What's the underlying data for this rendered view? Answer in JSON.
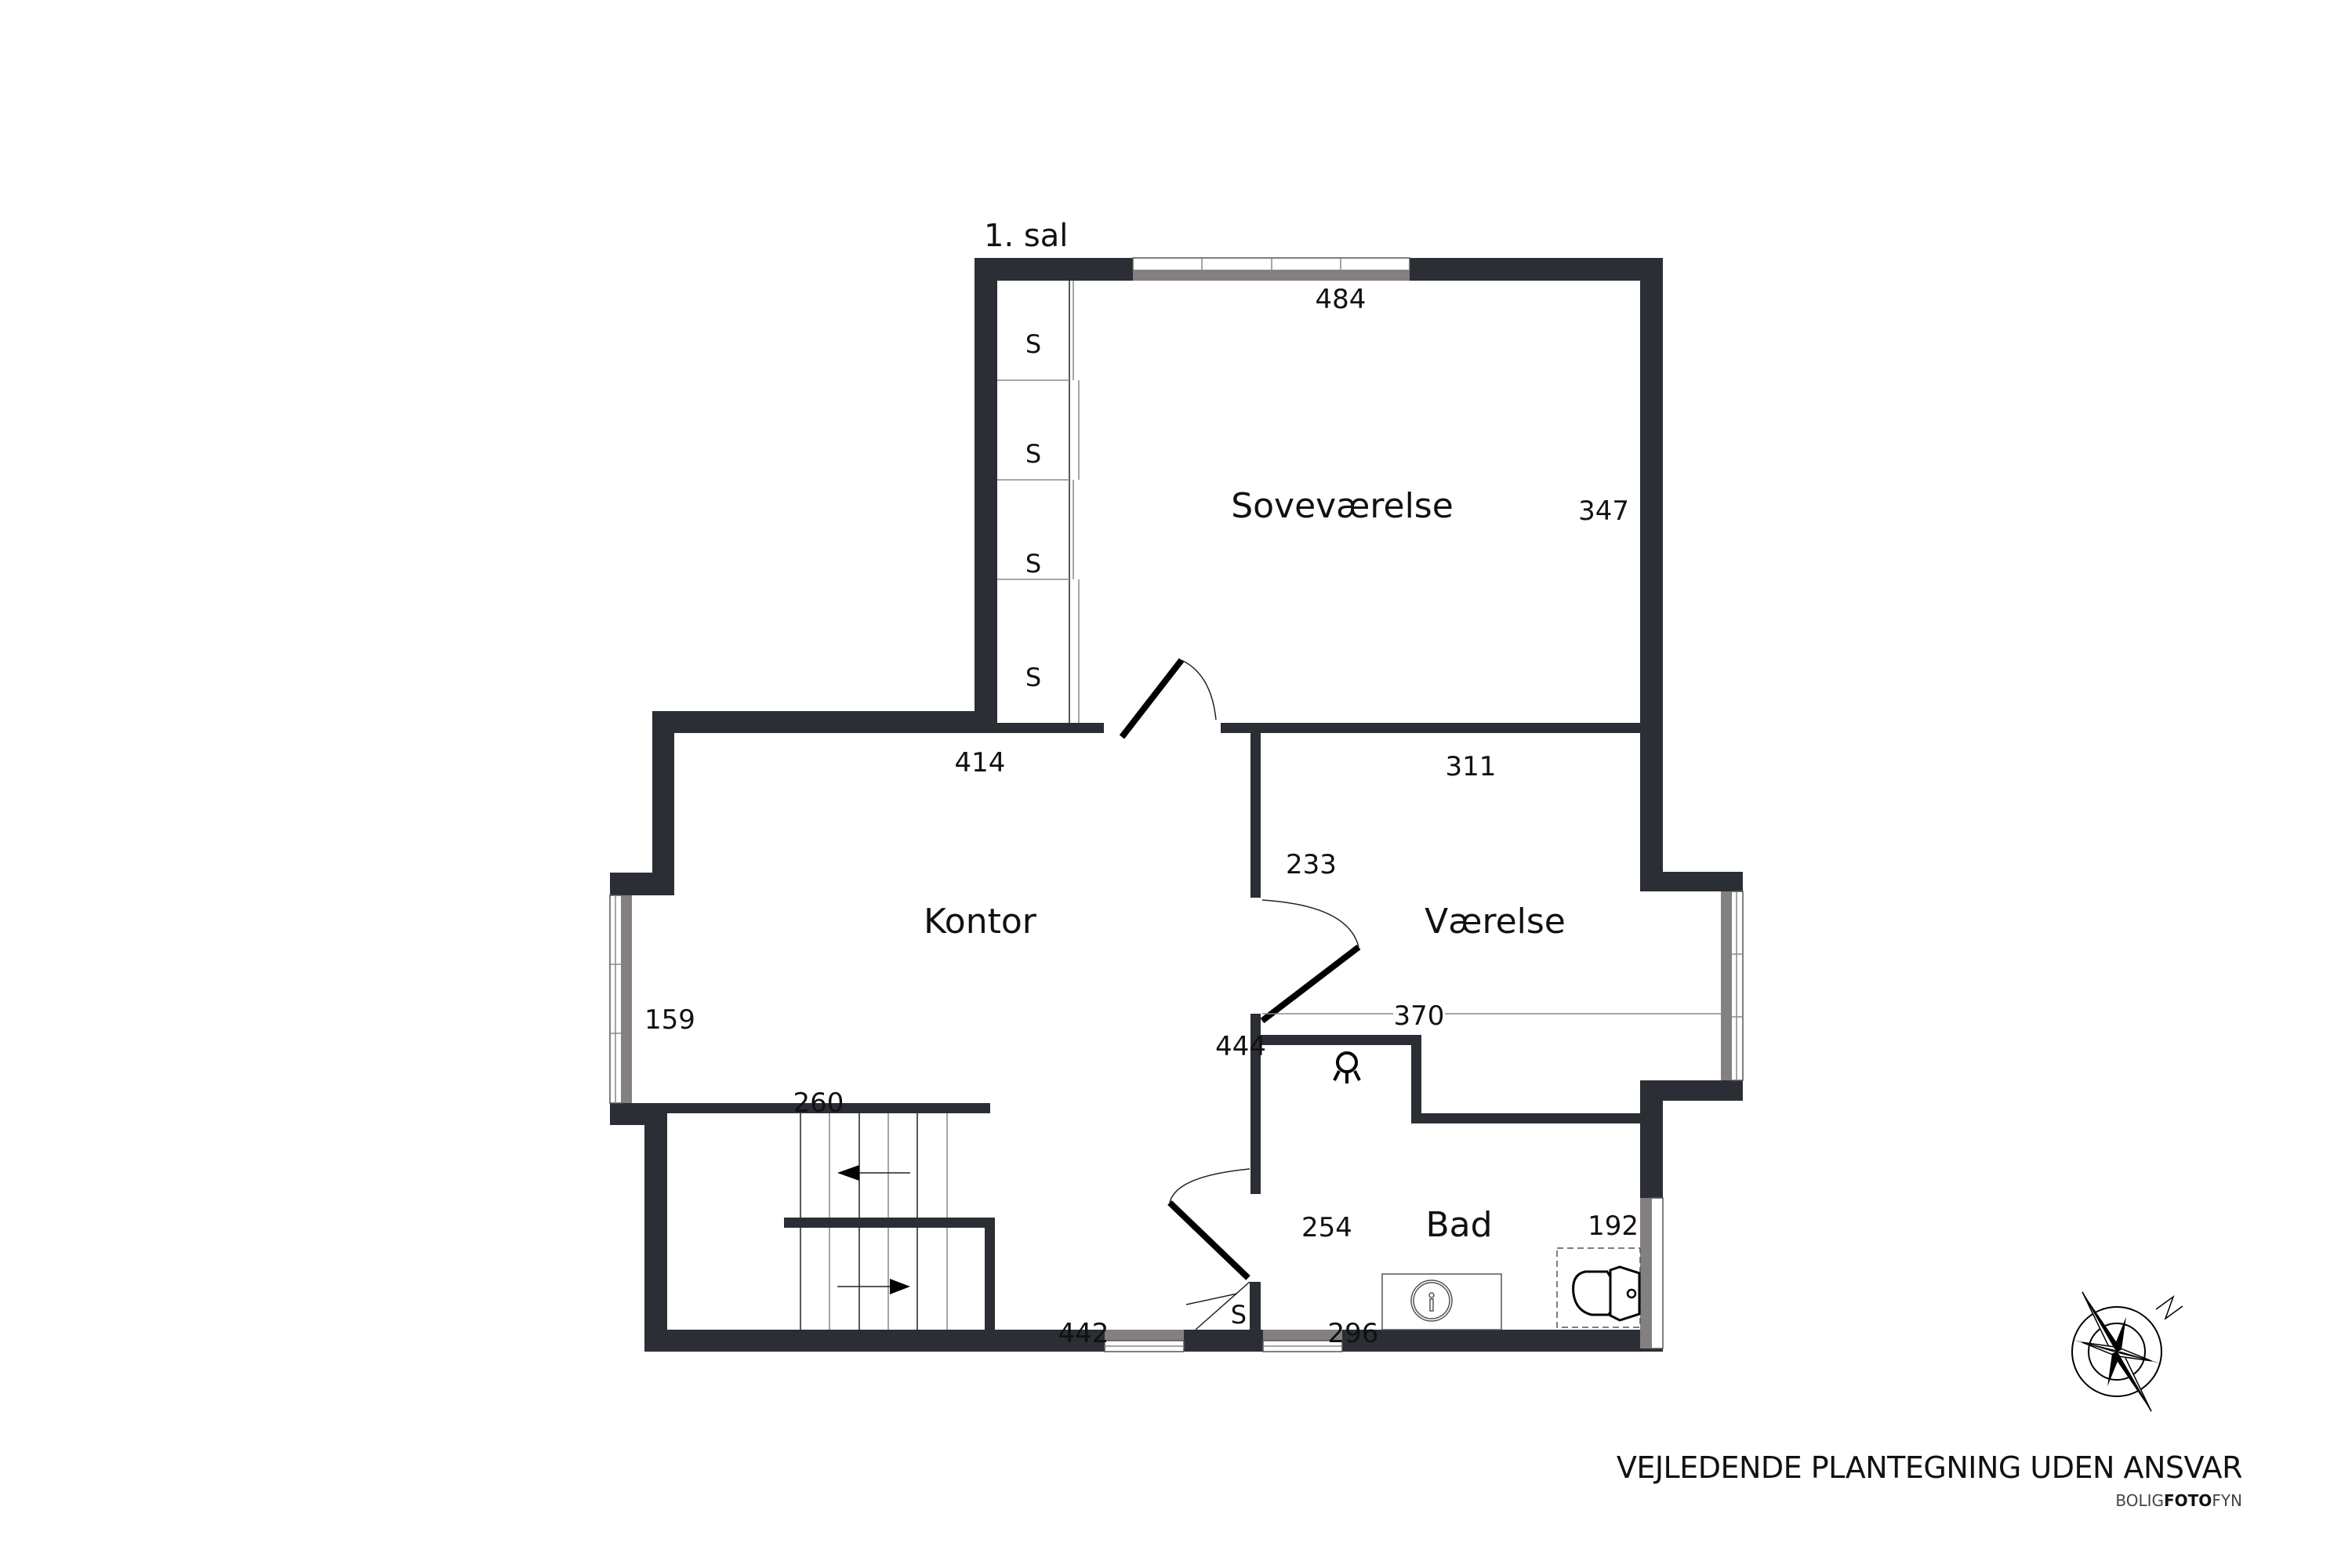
{
  "floor": {
    "title": "1. sal"
  },
  "rooms": [
    {
      "name": "Soveværelse"
    },
    {
      "name": "Kontor"
    },
    {
      "name": "Værelse"
    },
    {
      "name": "Bad"
    }
  ],
  "dimensions": {
    "sovevaerelse_width": "484",
    "sovevaerelse_depth": "347",
    "kontor_top": "414",
    "kontor_window": "159",
    "kontor_stair": "260",
    "kontor_bottom": "442",
    "kontor_height": "444",
    "vaerelse_top": "311",
    "vaerelse_side": "233",
    "vaerelse_width": "370",
    "bad_side": "254",
    "bad_bottom": "296",
    "bad_right": "192"
  },
  "closets": [
    "S",
    "S",
    "S",
    "S",
    "S"
  ],
  "footer": {
    "disclaimer": "VEJLEDENDE PLANTEGNING UDEN ANSVAR",
    "brand_prefix": "BOLIG",
    "brand_bold": "FOTO",
    "brand_suffix": "FYN"
  },
  "icons": {
    "compass": "compass-rose-icon",
    "north": "N",
    "stairs_up": "arrow-left",
    "stairs_down": "arrow-right",
    "light": "ceiling-light-icon",
    "sink": "sink-icon",
    "toilet": "toilet-icon"
  },
  "colors": {
    "wall": "#2b2e34",
    "window": "#858080"
  }
}
